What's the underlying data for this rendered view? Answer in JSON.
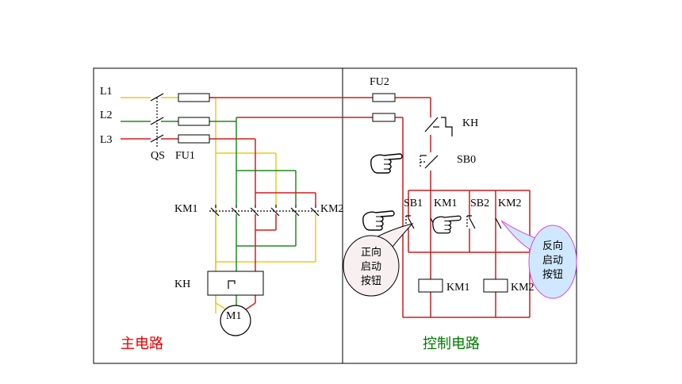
{
  "labels": {
    "l1": "L1",
    "l2": "L2",
    "l3": "L3",
    "qs": "QS",
    "fu1": "FU1",
    "fu2": "FU2",
    "km1_main": "KM1",
    "km2_main": "KM2",
    "kh_main": "KH",
    "m1": "M1",
    "kh_ctrl": "KH",
    "sb0": "SB0",
    "sb1": "SB1",
    "km1_aux": "KM1",
    "sb2": "SB2",
    "km2_aux": "KM2",
    "km1_coil": "KM1",
    "km2_coil": "KM2"
  },
  "sections": {
    "main_circuit": "主电路",
    "control_circuit": "控制电路"
  },
  "callouts": {
    "forward": [
      "正向",
      "启动",
      "按钮"
    ],
    "reverse": [
      "反向",
      "启动",
      "按钮"
    ]
  },
  "colors": {
    "l1_phase": "#f5c518",
    "l2_phase": "#1e8c1e",
    "l3_phase": "#d21e1e",
    "control_wire": "#c81e1e",
    "main_title": "#e60000",
    "control_title": "#007a00",
    "forward_bubble": "#f8f0f0",
    "reverse_bubble": "#cfe8ff",
    "reverse_bubble_border": "#e040e0"
  },
  "icons": [
    "pointing-hand-icon"
  ]
}
